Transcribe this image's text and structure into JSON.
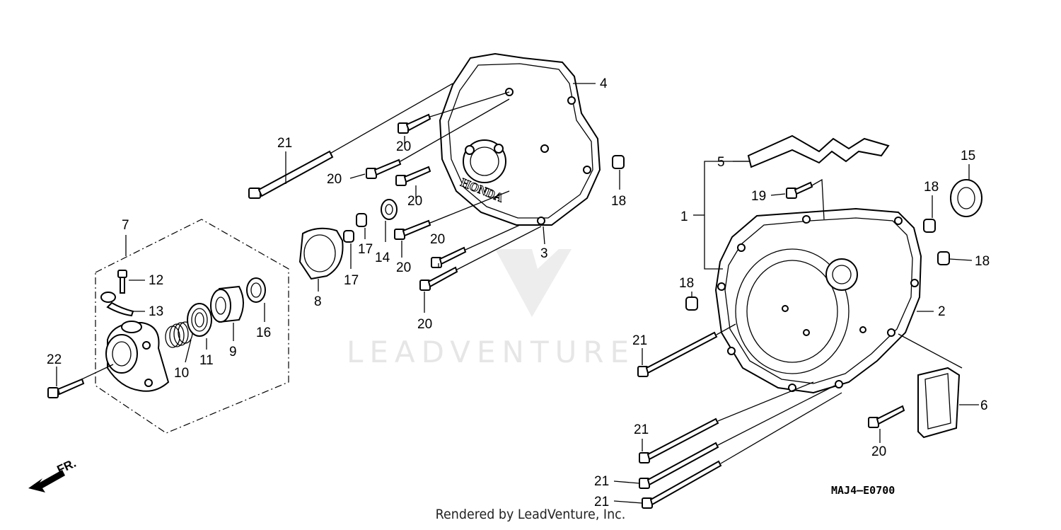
{
  "diagram": {
    "watermark": "LEADVENTURE",
    "diagram_code": "MAJ4—E0700",
    "front_label": "FR.",
    "footer": "Rendered by LeadVenture, Inc.",
    "callouts": [
      "1",
      "2",
      "3",
      "4",
      "5",
      "6",
      "7",
      "8",
      "9",
      "10",
      "11",
      "12",
      "13",
      "14",
      "15",
      "16",
      "17",
      "17",
      "18",
      "18",
      "18",
      "18",
      "19",
      "20",
      "20",
      "20",
      "20",
      "20",
      "20",
      "20",
      "21",
      "21",
      "21",
      "21",
      "21",
      "22"
    ]
  }
}
